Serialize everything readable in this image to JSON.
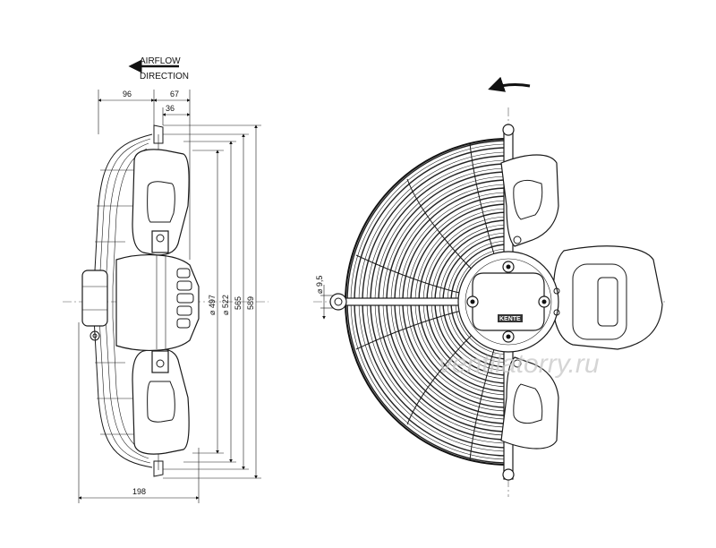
{
  "airflow": {
    "line1": "AIRFLOW",
    "line2": "DIRECTION"
  },
  "dimensions": {
    "d96": "96",
    "d67": "67",
    "d36": "36",
    "d198": "198",
    "d497": "⌀ 497",
    "d522": "⌀ 522",
    "d565": "565",
    "d589": "589",
    "d95": "⌀ 9,5"
  },
  "logo": "KENTE",
  "watermark": "ventilatorry.ru",
  "icons": {
    "airflow_arrow": "left-arrow-icon",
    "rotation_arrow": "rotation-arrow-icon"
  }
}
